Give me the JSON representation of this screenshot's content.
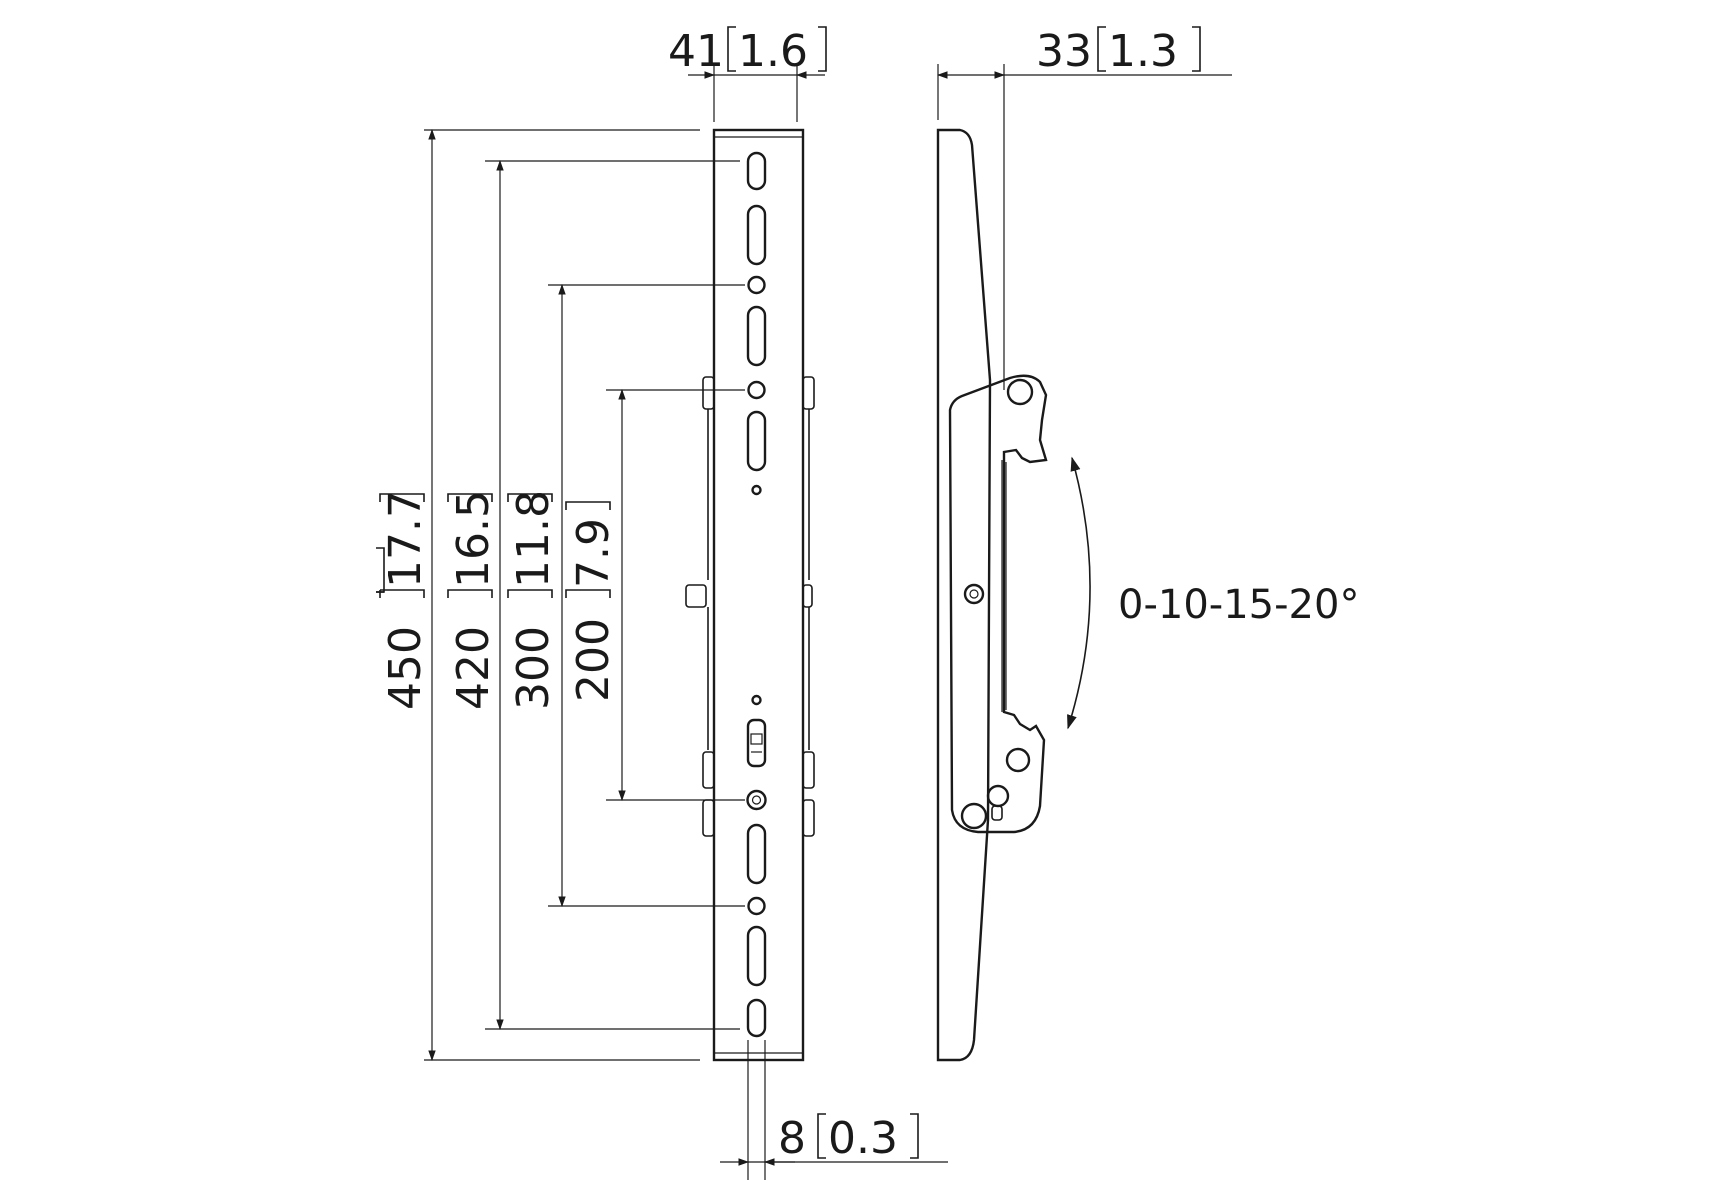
{
  "dimensions": {
    "top_width": {
      "mm": "41",
      "inch": "1.6"
    },
    "side_depth": {
      "mm": "33",
      "inch": "1.3"
    },
    "bottom_offset": {
      "mm": "8",
      "inch": "0.3"
    },
    "height_total": {
      "mm": "450",
      "inch": "17.7"
    },
    "height_420": {
      "mm": "420",
      "inch": "16.5"
    },
    "height_300": {
      "mm": "300",
      "inch": "11.8"
    },
    "height_200": {
      "mm": "200",
      "inch": "7.9"
    }
  },
  "tilt_label": "0-10-15-20°"
}
